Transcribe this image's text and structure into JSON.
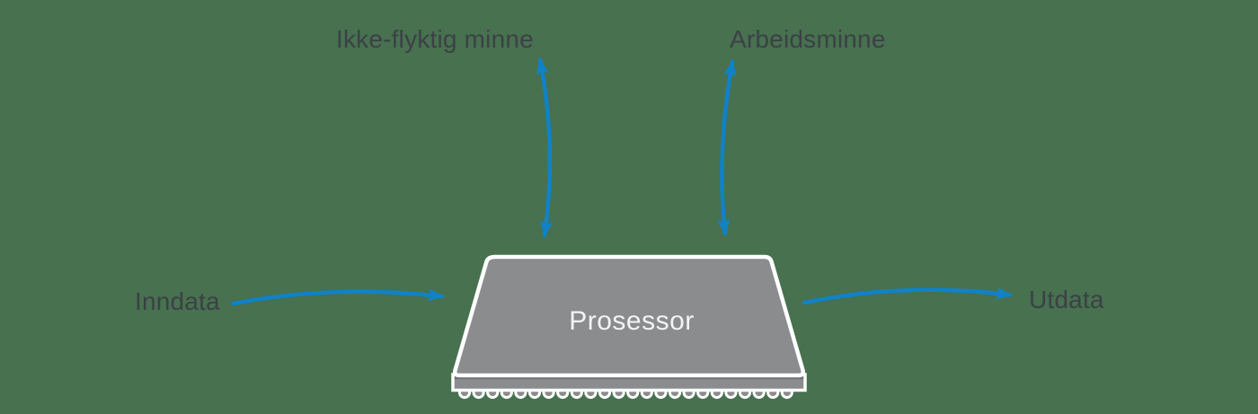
{
  "diagram": {
    "title_semantic": "processor-io-memory-diagram",
    "chip": {
      "label": "Prosessor"
    },
    "labels": {
      "nonvolatile_memory": "Ikke-flyktig minne",
      "working_memory": "Arbeidsminne",
      "input": "Inndata",
      "output": "Utdata"
    },
    "arrows": [
      {
        "name": "input-arrow",
        "from": "Inndata",
        "to": "Prosessor",
        "direction": "single"
      },
      {
        "name": "output-arrow",
        "from": "Prosessor",
        "to": "Utdata",
        "direction": "single"
      },
      {
        "name": "nonvolatile-memory-arrow",
        "from": "Prosessor",
        "to": "Ikke-flyktig minne",
        "direction": "double"
      },
      {
        "name": "working-memory-arrow",
        "from": "Prosessor",
        "to": "Arbeidsminne",
        "direction": "double"
      }
    ]
  },
  "colors": {
    "background": "#47714F",
    "arrow": "#1182C6",
    "chip_fill": "#8A8C8E",
    "chip_outline": "#FFFFFF",
    "chip_seam": "#6E7072",
    "label_text": "#3C4146",
    "chip_label_text": "#F2F3F3"
  }
}
